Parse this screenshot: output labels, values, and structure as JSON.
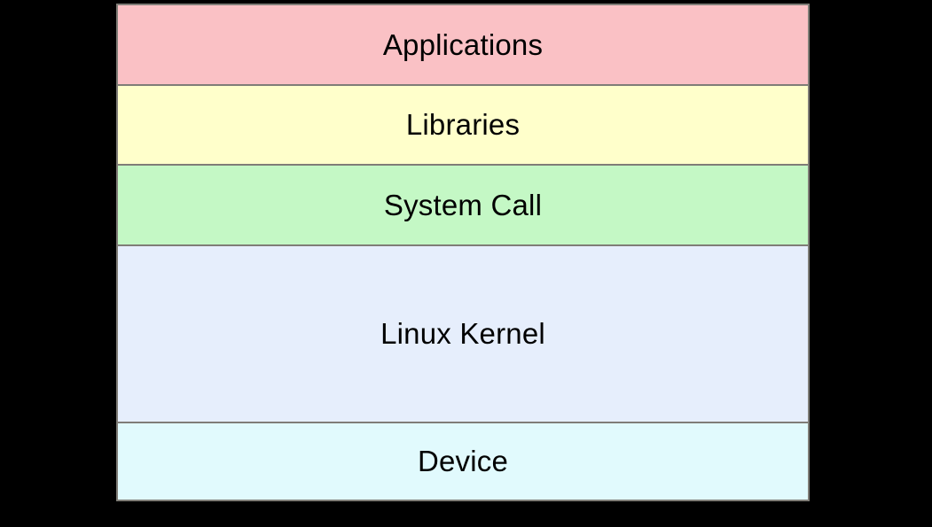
{
  "diagram": {
    "layers": [
      {
        "name": "applications",
        "label": "Applications",
        "color": "#fac1c5"
      },
      {
        "name": "libraries",
        "label": "Libraries",
        "color": "#ffffcb"
      },
      {
        "name": "system-call",
        "label": "System Call",
        "color": "#c4f8c5"
      },
      {
        "name": "linux-kernel",
        "label": "Linux Kernel",
        "color": "#e6eefc"
      },
      {
        "name": "device",
        "label": "Device",
        "color": "#e1fafd"
      }
    ],
    "border_color": "#7f7d77",
    "page_background": "#000000",
    "text_color": "#000000"
  }
}
